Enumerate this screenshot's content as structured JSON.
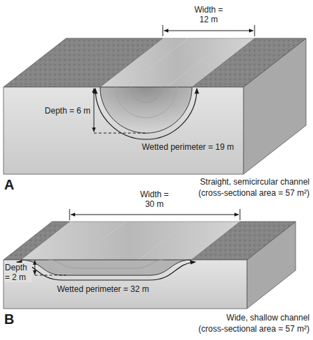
{
  "diagram": {
    "labels": [
      "Width = 12 m",
      "Depth = 6 m",
      "Wetted perimeter = 19 m",
      "A",
      "Straight, semicircular channel",
      "(cross-sectional area = 57 m²)",
      "Width = 30 m",
      "Depth = 2 m",
      "Wetted perimeter = 32 m",
      "B",
      "Wide, shallow channel",
      "(cross-sectional area = 57 m²)"
    ]
  }
}
